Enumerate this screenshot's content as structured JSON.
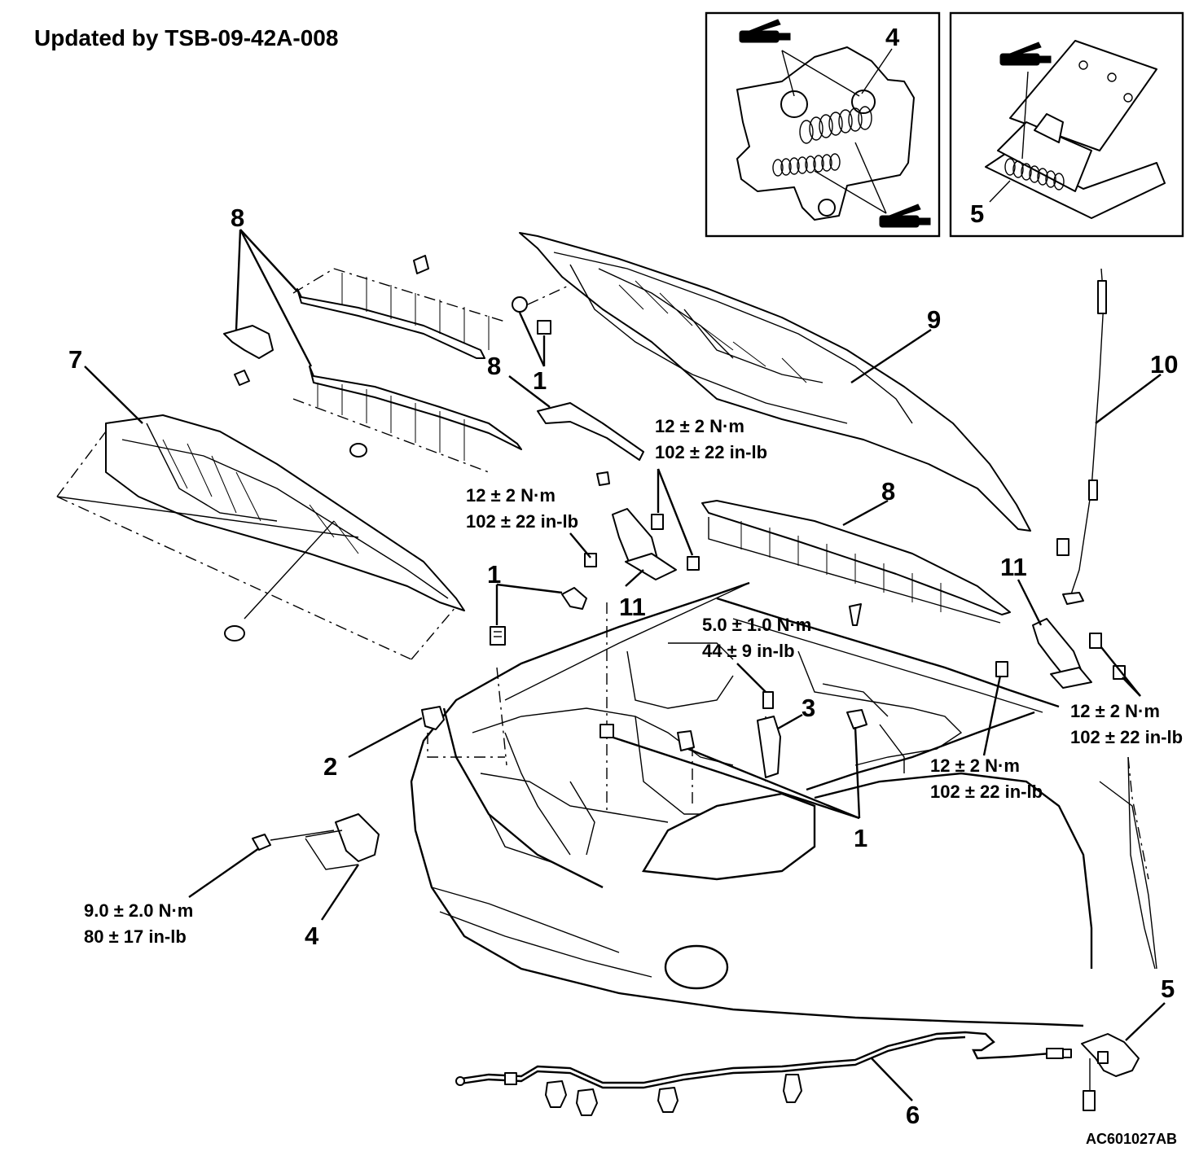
{
  "header": {
    "title": "Updated by TSB-09-42A-008"
  },
  "figure_code": "AC601027AB",
  "callouts": {
    "c1_top": "1",
    "c1_left": "1",
    "c1_bottom": "1",
    "c2": "2",
    "c3": "3",
    "c4_main": "4",
    "c4_inset": "4",
    "c5_main": "5",
    "c5_inset": "5",
    "c6": "6",
    "c7": "7",
    "c8_a": "8",
    "c8_b": "8",
    "c8_c": "8",
    "c9": "9",
    "c10": "10",
    "c11_a": "11",
    "c11_b": "11"
  },
  "torque": {
    "t12_a": {
      "nm": "12 ± 2 N·m",
      "inlb": "102 ± 22 in-lb"
    },
    "t12_b": {
      "nm": "12 ± 2 N·m",
      "inlb": "102 ± 22 in-lb"
    },
    "t12_c": {
      "nm": "12 ± 2 N·m",
      "inlb": "102 ± 22 in-lb"
    },
    "t12_d": {
      "nm": "12 ± 2 N·m",
      "inlb": "102 ± 22 in-lb"
    },
    "t5": {
      "nm": "5.0 ± 1.0 N·m",
      "inlb": "44 ± 9 in-lb"
    },
    "t9": {
      "nm": "9.0 ± 2.0 N·m",
      "inlb": "80 ± 17 in-lb"
    }
  },
  "icons": {
    "grease": "grease-gun-icon"
  }
}
